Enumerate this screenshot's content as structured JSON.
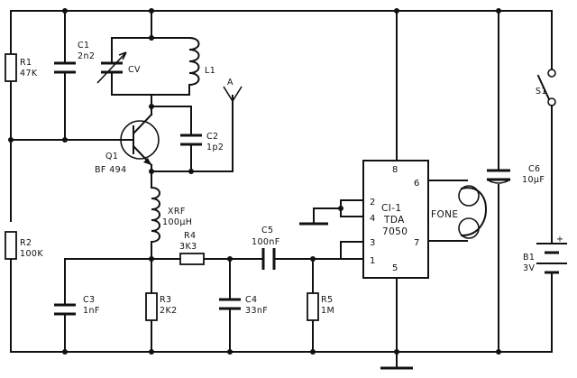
{
  "components": {
    "r1": {
      "ref": "R1",
      "value": "47K"
    },
    "c1": {
      "ref": "C1",
      "value": "2n2"
    },
    "cv": {
      "ref": "CV"
    },
    "l1": {
      "ref": "L1"
    },
    "c2": {
      "ref": "C2",
      "value": "1p2"
    },
    "q1": {
      "ref": "Q1",
      "value": "BF 494"
    },
    "antenna": {
      "ref": "A"
    },
    "r2": {
      "ref": "R2",
      "value": "100K"
    },
    "xrf": {
      "ref": "XRF",
      "value": "100µH"
    },
    "r4": {
      "ref": "R4",
      "value": "3K3"
    },
    "c5": {
      "ref": "C5",
      "value": "100nF"
    },
    "c3": {
      "ref": "C3",
      "value": "1nF"
    },
    "r3": {
      "ref": "R3",
      "value": "2K2"
    },
    "c4": {
      "ref": "C4",
      "value": "33nF"
    },
    "r5": {
      "ref": "R5",
      "value": "1M"
    },
    "ic1": {
      "ref": "CI-1",
      "value": "TDA",
      "part": "7050",
      "pins": [
        "8",
        "6",
        "2",
        "4",
        "3",
        "1",
        "7",
        "5"
      ]
    },
    "fone": {
      "ref": "FONE"
    },
    "c6": {
      "ref": "C6",
      "value": "10µF"
    },
    "s1": {
      "ref": "S1"
    },
    "b1": {
      "ref": "B1",
      "value": "3V",
      "polarity": "+"
    }
  }
}
